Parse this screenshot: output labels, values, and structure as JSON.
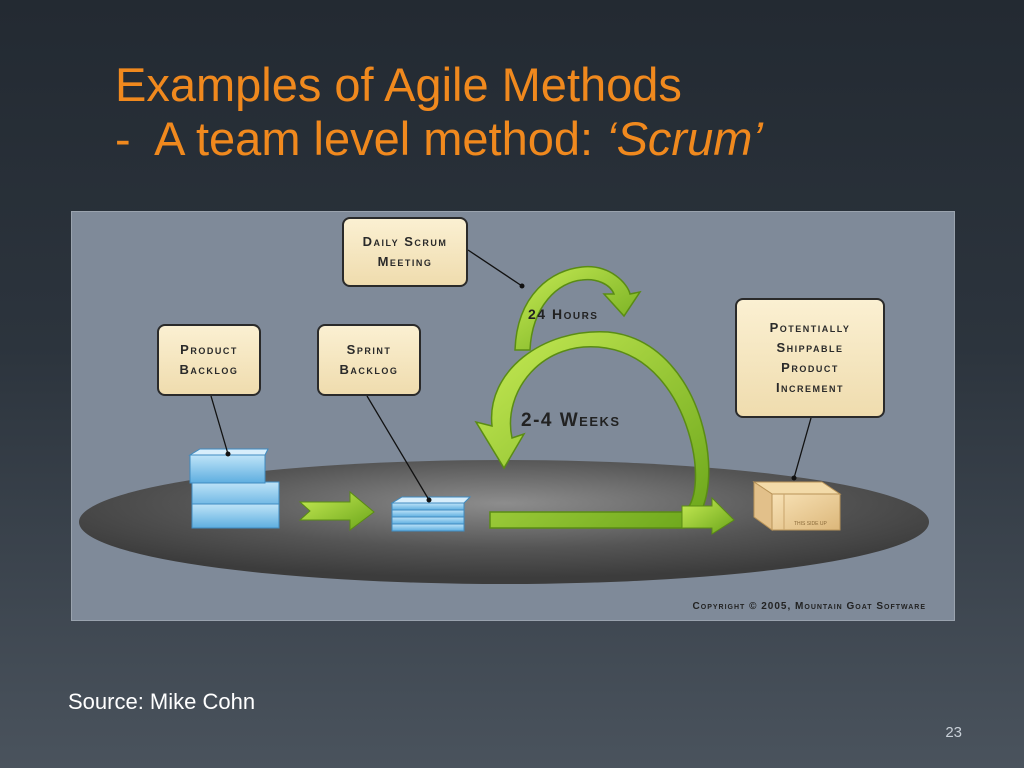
{
  "slide": {
    "title_line1": "Examples of Agile Methods",
    "title_line2_prefix": "-  A team level method: ",
    "title_line2_emphasis": "‘Scrum’",
    "source": "Source: Mike Cohn",
    "page_number": "23"
  },
  "diagram": {
    "daily_scrum": "Daily Scrum\nMeeting",
    "product_backlog": "Product\nBacklog",
    "sprint_backlog": "Sprint\nBacklog",
    "shippable_increment": "Potentially\nShippable\nProduct\nIncrement",
    "hours_label": "24 Hours",
    "weeks_label": "2-4 Weeks",
    "copyright": "Copyright © 2005, Mountain Goat Software",
    "box_label": "THIS SIDE UP"
  }
}
